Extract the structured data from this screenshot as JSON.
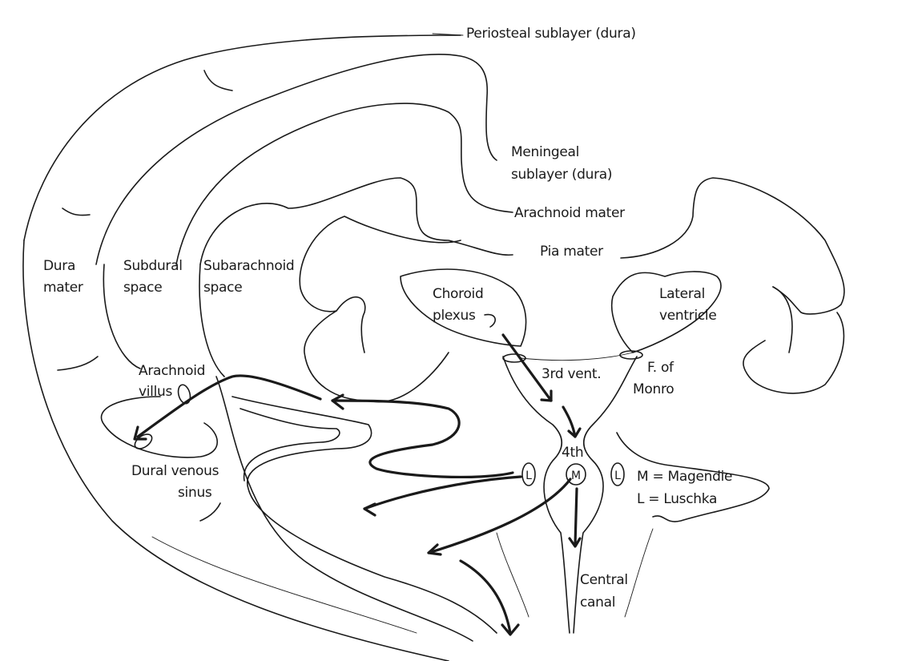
{
  "diagram": {
    "title": "Cerebrospinal fluid flow and the meninges",
    "colors": {
      "ink": "#1a1a1a",
      "background": "#ffffff"
    },
    "labels": {
      "periosteal": "Periosteal sublayer (dura)",
      "meningeal_1": "Meningeal",
      "meningeal_2": "sublayer (dura)",
      "arachnoid_mater": "Arachnoid mater",
      "pia_mater": "Pia mater",
      "dura_1": "Dura",
      "dura_2": "mater",
      "subdural_1": "Subdural",
      "subdural_2": "space",
      "subarachnoid_1": "Subarachnoid",
      "subarachnoid_2": "space",
      "choroid_1": "Choroid",
      "choroid_2": "plexus",
      "lateral_1": "Lateral",
      "lateral_2": "ventricle",
      "third_vent": "3rd vent.",
      "monro_1": "F. of",
      "monro_2": "Monro",
      "arach_villus_1": "Arachnoid",
      "arach_villus_2": "villus",
      "dural_sinus_1": "Dural venous",
      "dural_sinus_2": "sinus",
      "fourth": "4th",
      "legend_m": "M = Magendie",
      "legend_l": "L = Luschka",
      "central_1": "Central",
      "central_2": "canal"
    },
    "apertures": {
      "left": "L",
      "middle": "M",
      "right": "L"
    }
  }
}
